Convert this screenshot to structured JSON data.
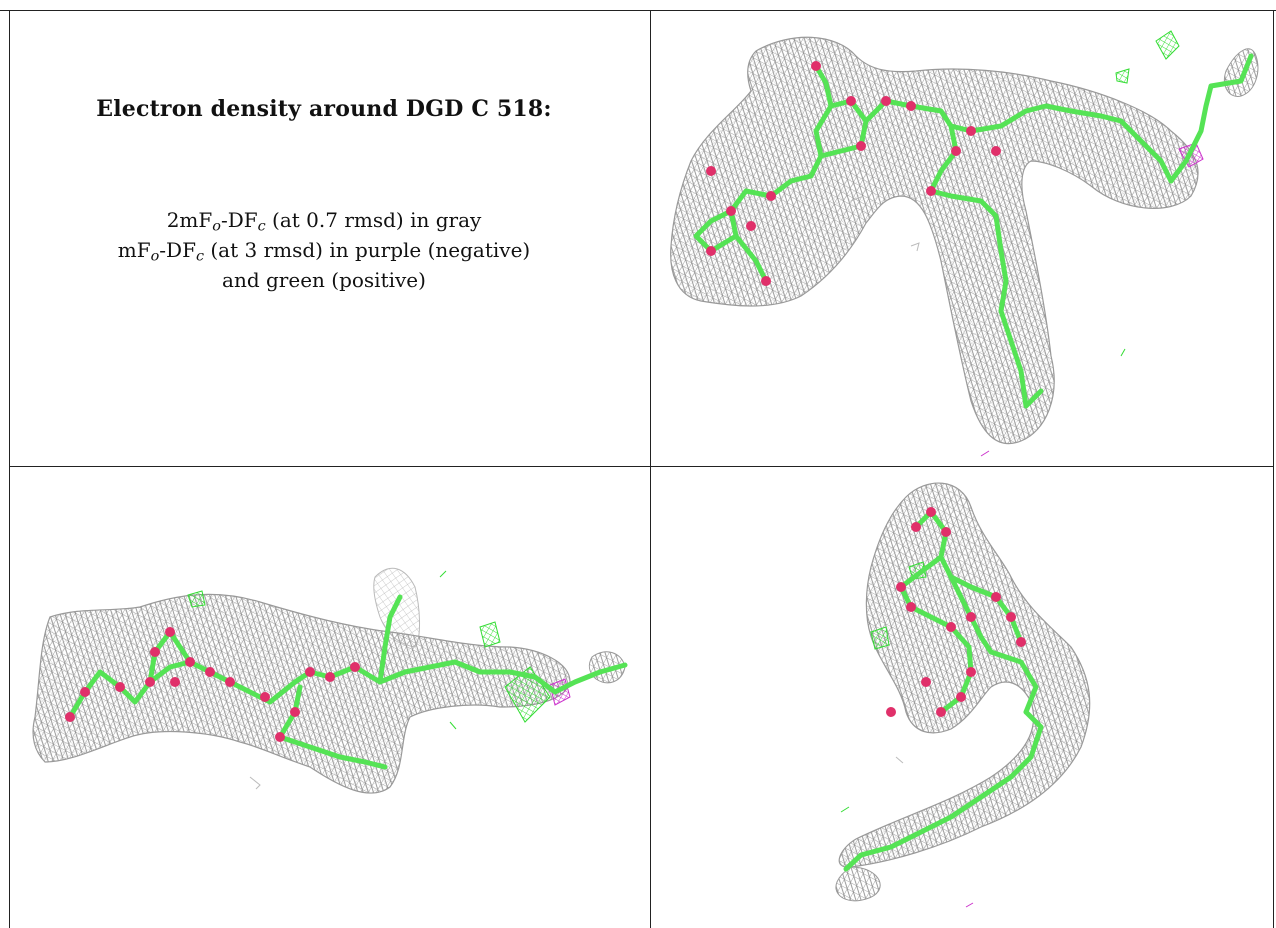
{
  "legend": {
    "title": "Electron density around DGD C 518:",
    "line1": {
      "prefix": "2mF",
      "sub_o": "o",
      "mid": "-DF",
      "sub_c": "c",
      "suffix": " (at 0.7 rmsd) in gray"
    },
    "line2": {
      "prefix": "mF",
      "sub_o": "o",
      "mid": "-DF",
      "sub_c": "c",
      "suffix": " (at 3 rmsd) in purple (negative)"
    },
    "line3": "and green (positive)"
  },
  "colors": {
    "mesh_2fofc": "#9a9a9a",
    "fofc_negative": "#cc33cc",
    "fofc_positive": "#33dd33",
    "carbon_stick": "#55e355",
    "oxygen_atom": "#e0306a",
    "table_border": "#222222"
  },
  "panels": [
    {
      "id": "view-top-right",
      "icon": "electron-density-view-1"
    },
    {
      "id": "view-bottom-left",
      "icon": "electron-density-view-2"
    },
    {
      "id": "view-bottom-right",
      "icon": "electron-density-view-3"
    }
  ]
}
